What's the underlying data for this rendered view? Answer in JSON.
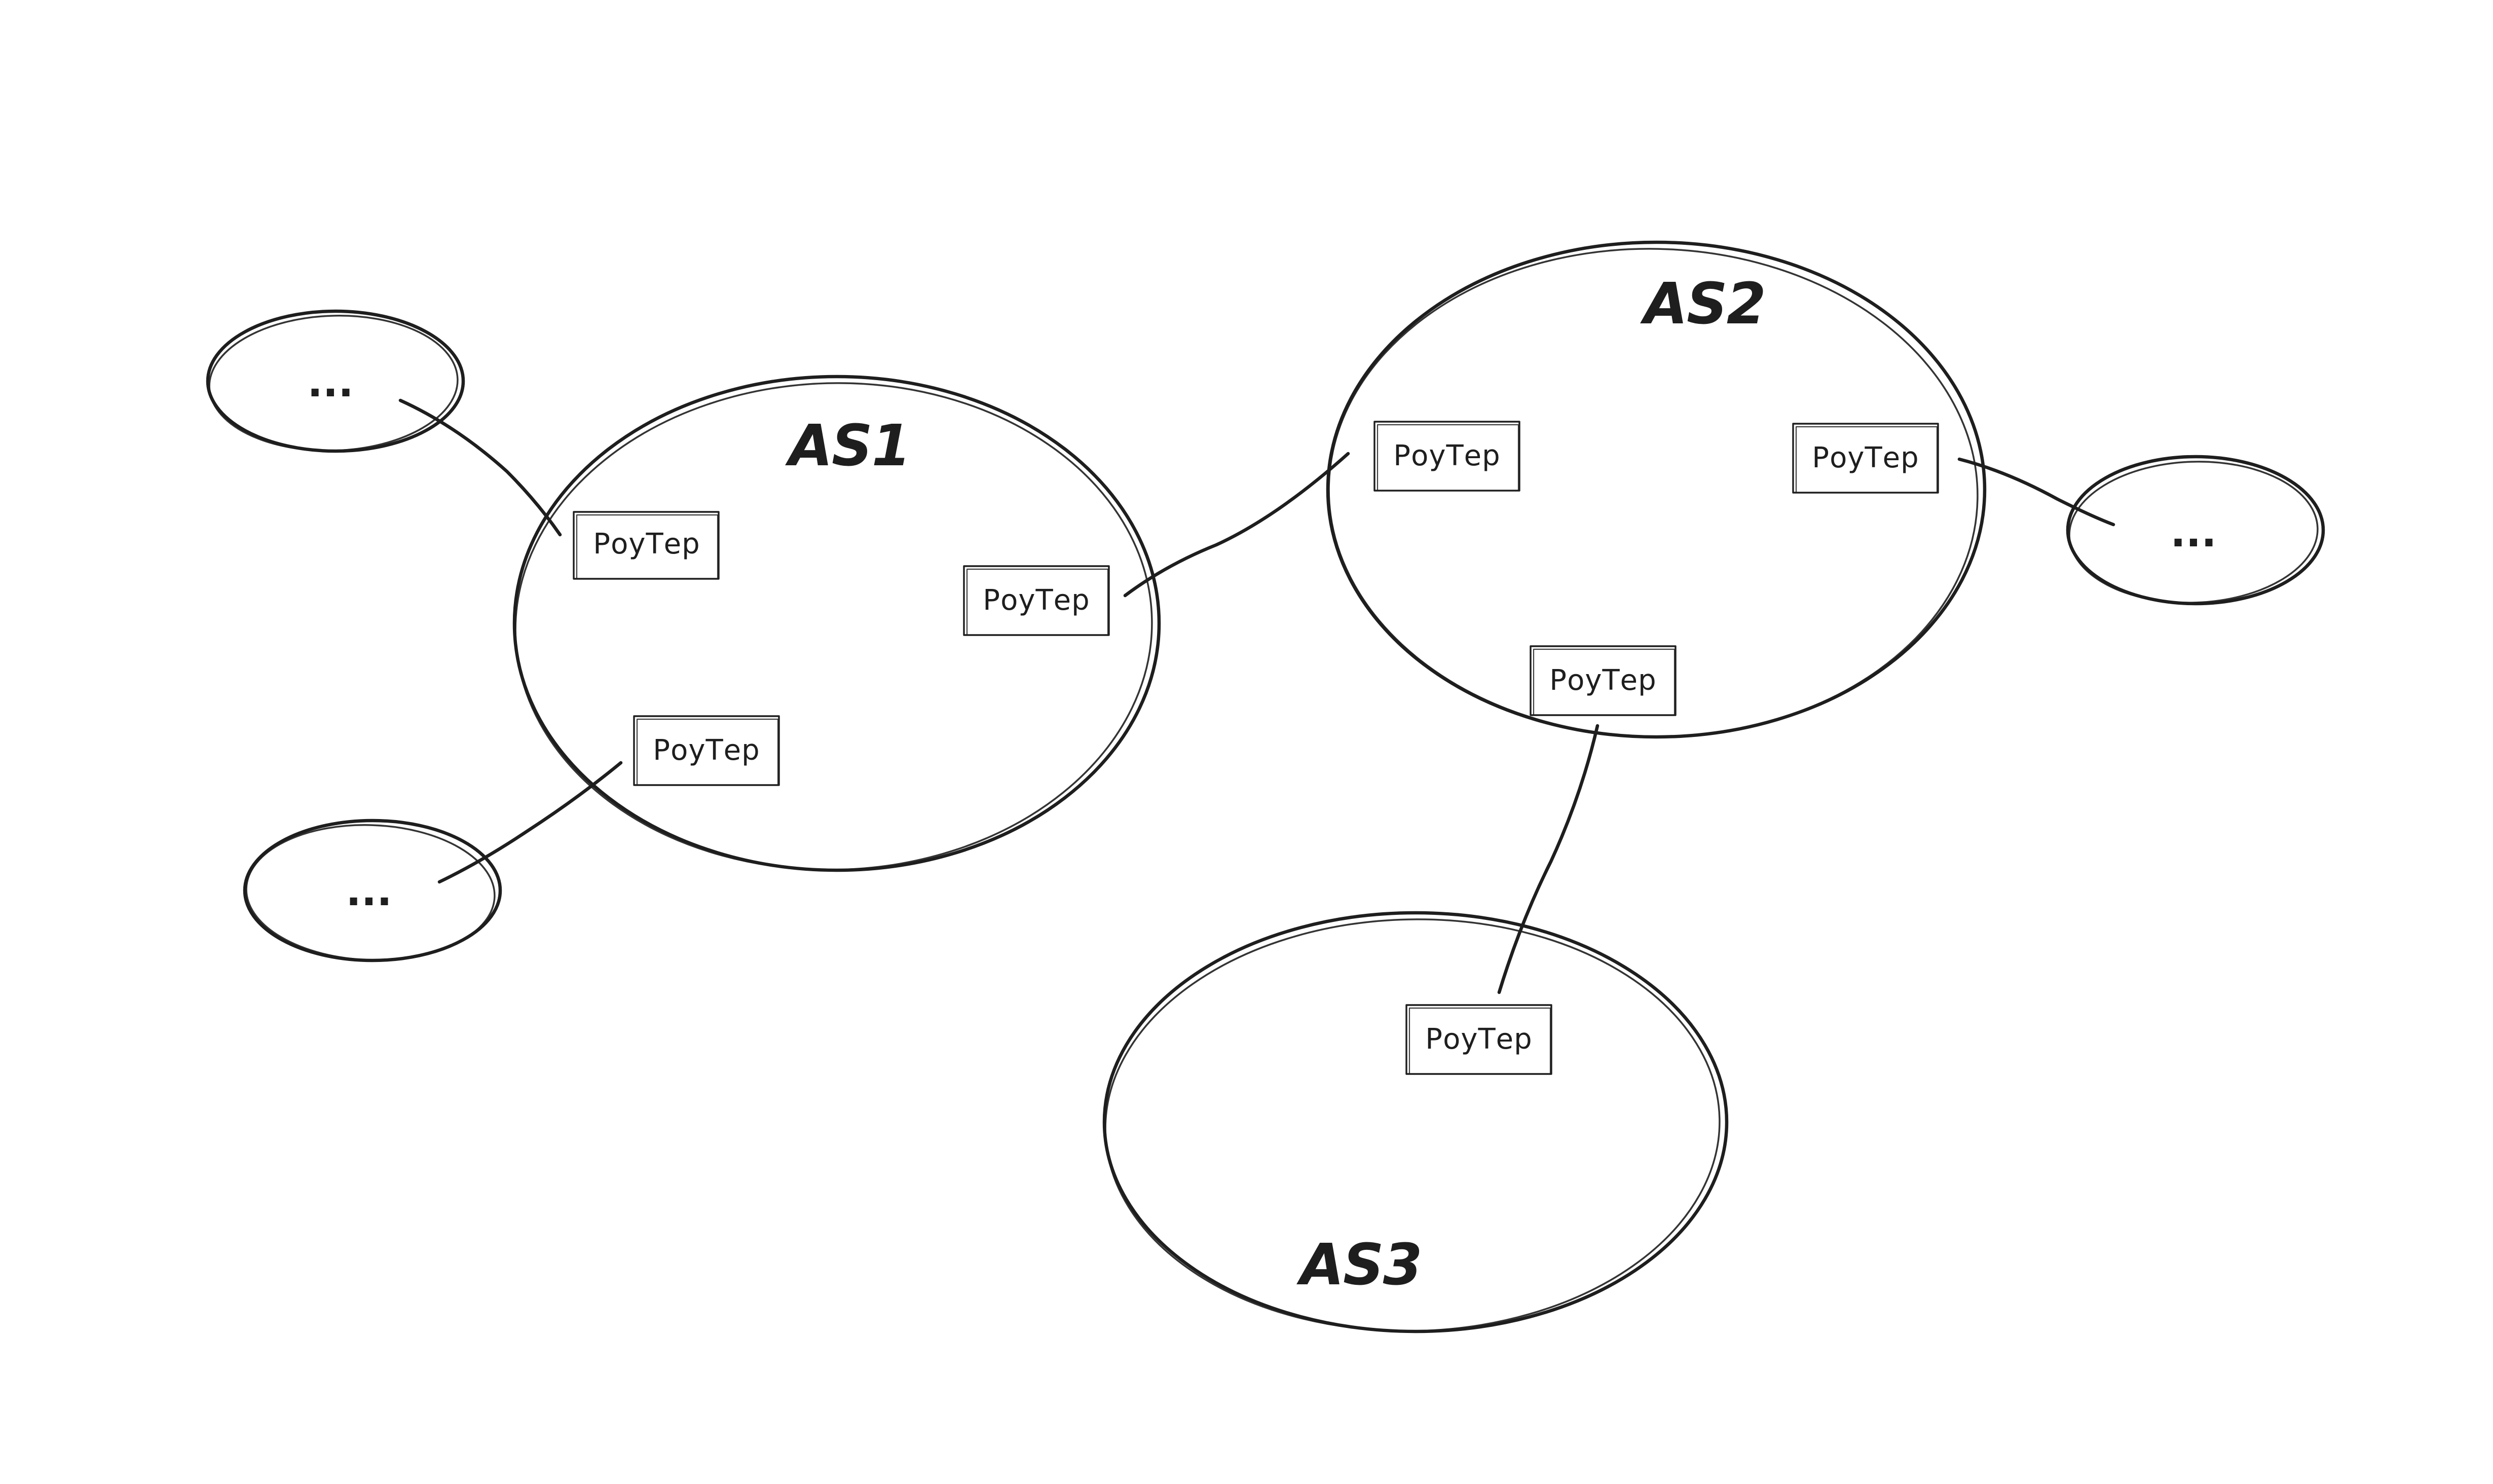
{
  "background_color": "#ffffff",
  "stroke_color": "#1e1e1e",
  "autonomous_systems": [
    {
      "id": "as1",
      "label": "AS1"
    },
    {
      "id": "as2",
      "label": "AS2"
    },
    {
      "id": "as3",
      "label": "AS3"
    }
  ],
  "routers": [
    {
      "id": "as1-router-1",
      "label": "РоуТер"
    },
    {
      "id": "as1-router-2",
      "label": "РоуТер"
    },
    {
      "id": "as1-router-3",
      "label": "РоуТер"
    },
    {
      "id": "as2-router-1",
      "label": "РоуТер"
    },
    {
      "id": "as2-router-2",
      "label": "РоуТер"
    },
    {
      "id": "as2-router-3",
      "label": "РоуТер"
    },
    {
      "id": "as3-router-1",
      "label": "РоуТер"
    }
  ],
  "external_nodes": [
    {
      "id": "ext-top-left",
      "label": "..."
    },
    {
      "id": "ext-bottom-left",
      "label": "..."
    },
    {
      "id": "ext-right",
      "label": "..."
    }
  ],
  "links": [
    {
      "from": "ext-top-left",
      "to": "as1-router-1"
    },
    {
      "from": "ext-bottom-left",
      "to": "as1-router-3"
    },
    {
      "from": "as1-router-2",
      "to": "as2-router-1"
    },
    {
      "from": "as2-router-2",
      "to": "ext-right"
    },
    {
      "from": "as2-router-3",
      "to": "as3-router-1"
    }
  ]
}
